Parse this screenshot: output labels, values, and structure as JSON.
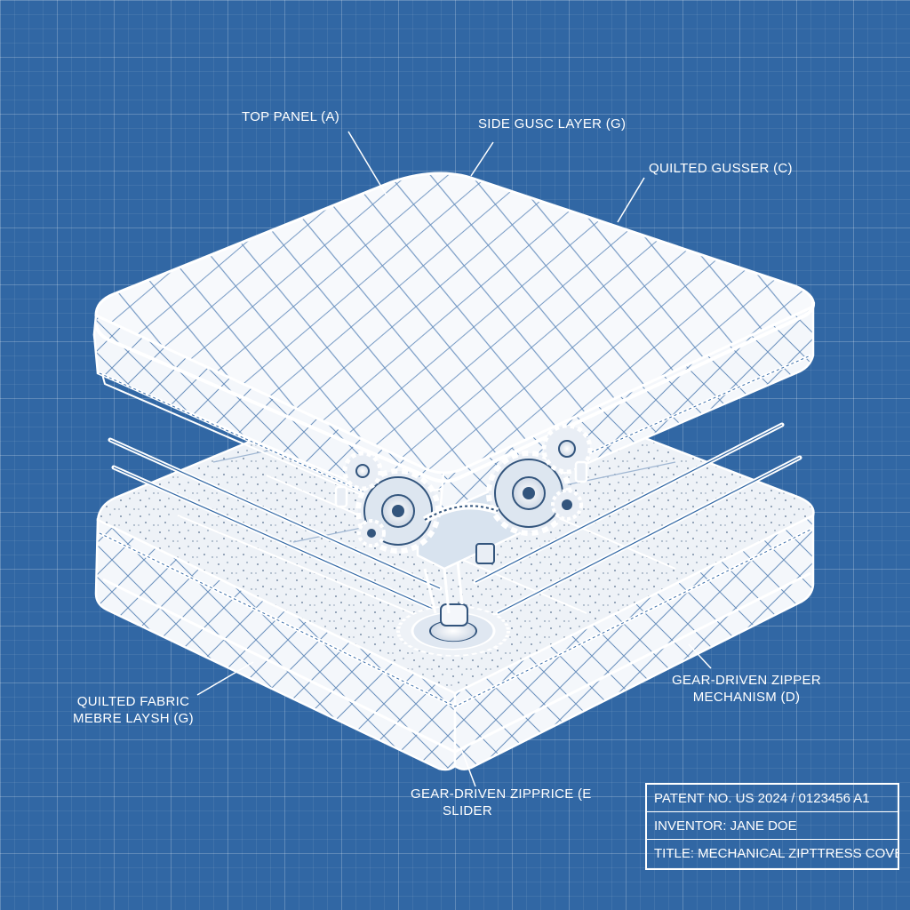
{
  "colors": {
    "background": "#3167a4",
    "line": "#ffffff",
    "fabric": "#f4f7fb",
    "stitch": "#5f88b8"
  },
  "labels": {
    "top_panel": "TOP PANEL (A)",
    "side_gusset": "SIDE GUSC LAYER (G)",
    "quilted_gusset": "QUILTED GUSSER (C)",
    "quilted_fabric_line1": "QUILTED FABRIC",
    "quilted_fabric_line2": "MEBRE LAYSH (G)",
    "gear_mechanism_line1": "GEAR-DRIVEN ZIPPER",
    "gear_mechanism_line2": "MECHANISM (D)",
    "gear_slider_line1": "GEAR-DRIVEN ZIPPRICE (E",
    "gear_slider_line2": "SLIDER"
  },
  "title_block": {
    "patent": "PATENT NO.  US 2024 / 0123456 A1",
    "inventor": "INVENTOR: JANE DOE",
    "title": "TITLE: MECHANICAL ZIPTTRESS COVER"
  }
}
